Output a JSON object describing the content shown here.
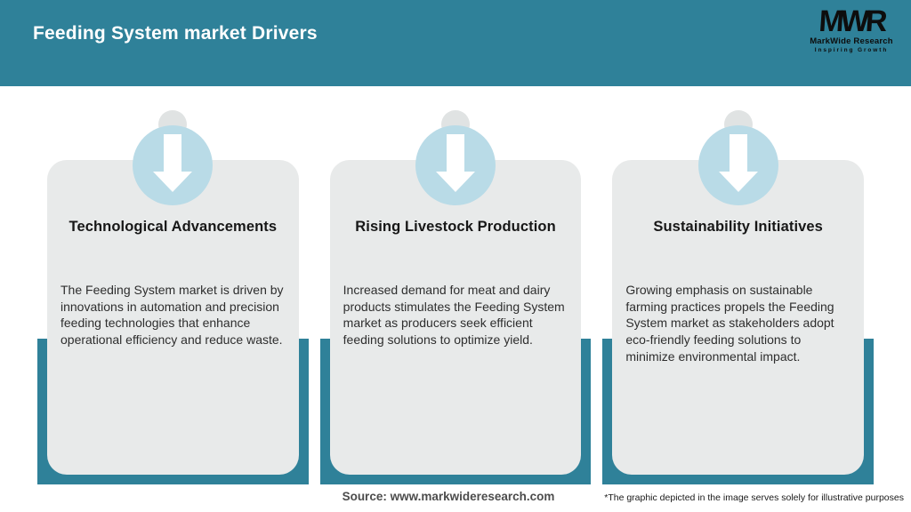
{
  "header": {
    "title": "Feeding System market Drivers"
  },
  "logo": {
    "acronym": "MWR",
    "name": "MarkWide Research",
    "tagline": "Inspiring Growth"
  },
  "cards": [
    {
      "icon": "down-arrow-icon",
      "title": "Technological Advancements",
      "description": "The Feeding System market is driven by innovations in automation and precision feeding technologies that enhance operational efficiency and reduce waste."
    },
    {
      "icon": "down-arrow-icon",
      "title": "Rising Livestock Production",
      "description": "Increased demand for meat and dairy products stimulates the Feeding System market as producers seek efficient feeding solutions to optimize yield."
    },
    {
      "icon": "down-arrow-icon",
      "title": "Sustainability Initiatives",
      "description": "Growing emphasis on sustainable farming practices propels the Feeding System market as stakeholders adopt eco-friendly feeding solutions to minimize environmental impact."
    }
  ],
  "footer": {
    "source": "Source: www.markwideresearch.com",
    "disclaimer": "*The graphic depicted in the image serves solely for illustrative purposes"
  },
  "colors": {
    "teal": "#2f8199",
    "card_background": "#e8eaea",
    "circle_blue": "#b9dbe7",
    "title_text": "#171717",
    "body_text": "#2e2e2e",
    "header_text": "#ffffff"
  }
}
